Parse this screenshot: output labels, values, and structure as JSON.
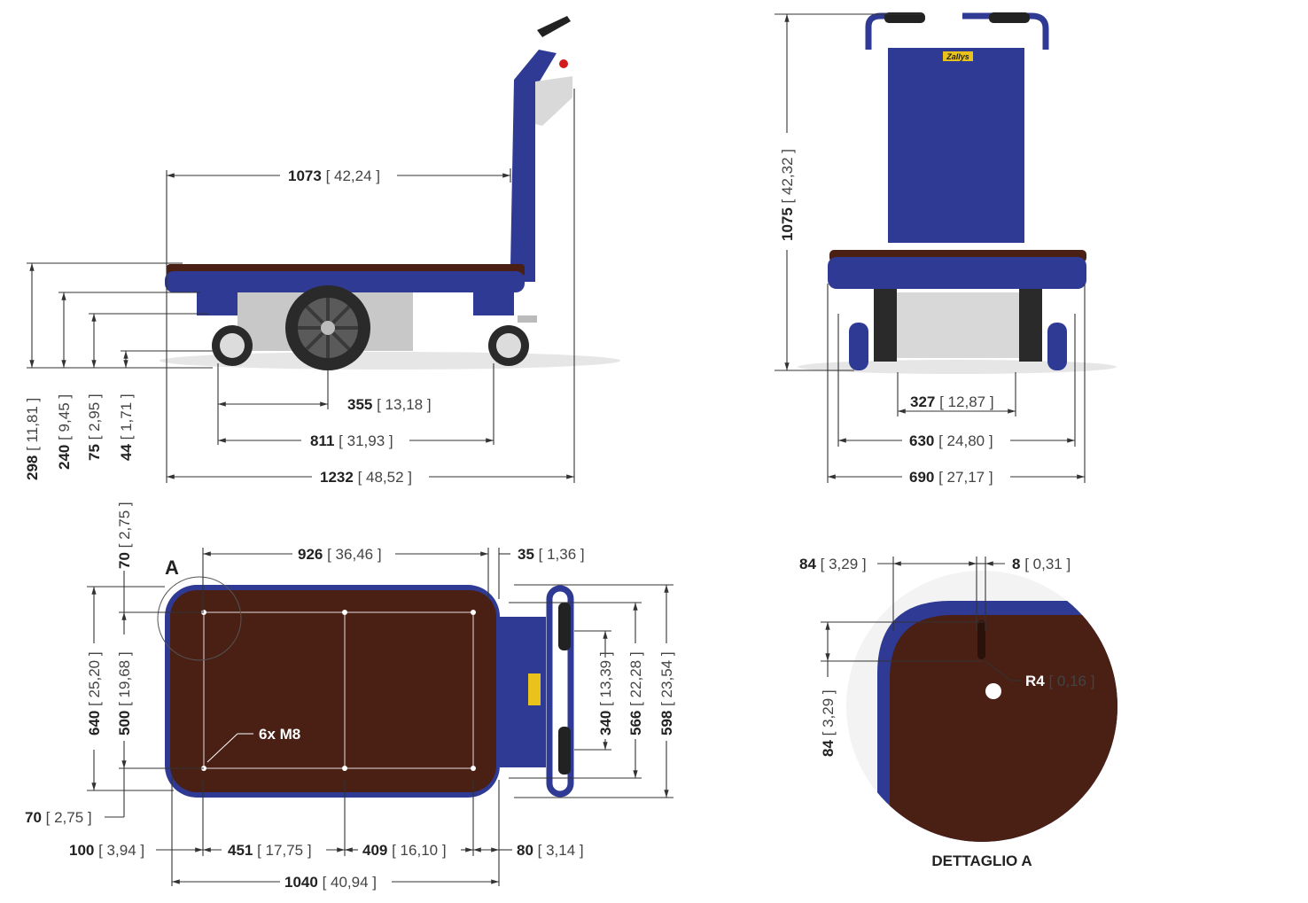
{
  "colors": {
    "frame": "#2f3a94",
    "deck": "#4a1f14",
    "grey": "#c9c9c9",
    "tyre": "#2a2a2a",
    "badge": "#e9c21b"
  },
  "brand": "Zallys",
  "side": {
    "d1073": {
      "v": "1073",
      "i": "[ 42,24 ]"
    },
    "d355": {
      "v": "355",
      "i": "[ 13,18 ]"
    },
    "d811": {
      "v": "811",
      "i": "[ 31,93 ]"
    },
    "d1232": {
      "v": "1232",
      "i": "[ 48,52 ]"
    },
    "d298": {
      "v": "298",
      "i": "[ 11,81 ]"
    },
    "d240": {
      "v": "240",
      "i": "[ 9,45 ]"
    },
    "d75": {
      "v": "75",
      "i": "[ 2,95 ]"
    },
    "d44": {
      "v": "44",
      "i": "[ 1,71 ]"
    }
  },
  "front": {
    "d1075": {
      "v": "1075",
      "i": "[ 42,32 ]"
    },
    "d327": {
      "v": "327",
      "i": "[ 12,87 ]"
    },
    "d630": {
      "v": "630",
      "i": "[ 24,80 ]"
    },
    "d690": {
      "v": "690",
      "i": "[ 27,17 ]"
    }
  },
  "top": {
    "d926": {
      "v": "926",
      "i": "[ 36,46 ]"
    },
    "d35": {
      "v": "35",
      "i": "[ 1,36 ]"
    },
    "d70top": {
      "v": "70",
      "i": "[ 2,75 ]"
    },
    "d640": {
      "v": "640",
      "i": "[ 25,20 ]"
    },
    "d500": {
      "v": "500",
      "i": "[ 19,68 ]"
    },
    "d70bot": {
      "v": "70",
      "i": "[ 2,75 ]"
    },
    "d340": {
      "v": "340",
      "i": "[ 13,39 ]"
    },
    "d566": {
      "v": "566",
      "i": "[ 22,28 ]"
    },
    "d598": {
      "v": "598",
      "i": "[ 23,54 ]"
    },
    "d100": {
      "v": "100",
      "i": "[ 3,94 ]"
    },
    "d451": {
      "v": "451",
      "i": "[ 17,75 ]"
    },
    "d409": {
      "v": "409",
      "i": "[ 16,10 ]"
    },
    "d80": {
      "v": "80",
      "i": "[ 3,14 ]"
    },
    "d1040": {
      "v": "1040",
      "i": "[ 40,94 ]"
    },
    "holes": "6x M8",
    "detail_mark": "A"
  },
  "detail": {
    "d84h": {
      "v": "84",
      "i": "[ 3,29 ]"
    },
    "d8": {
      "v": "8",
      "i": "[ 0,31 ]"
    },
    "d84v": {
      "v": "84",
      "i": "[ 3,29 ]"
    },
    "r4": {
      "v": "R4",
      "i": "[ 0,16 ]"
    },
    "title": "DETTAGLIO A"
  }
}
